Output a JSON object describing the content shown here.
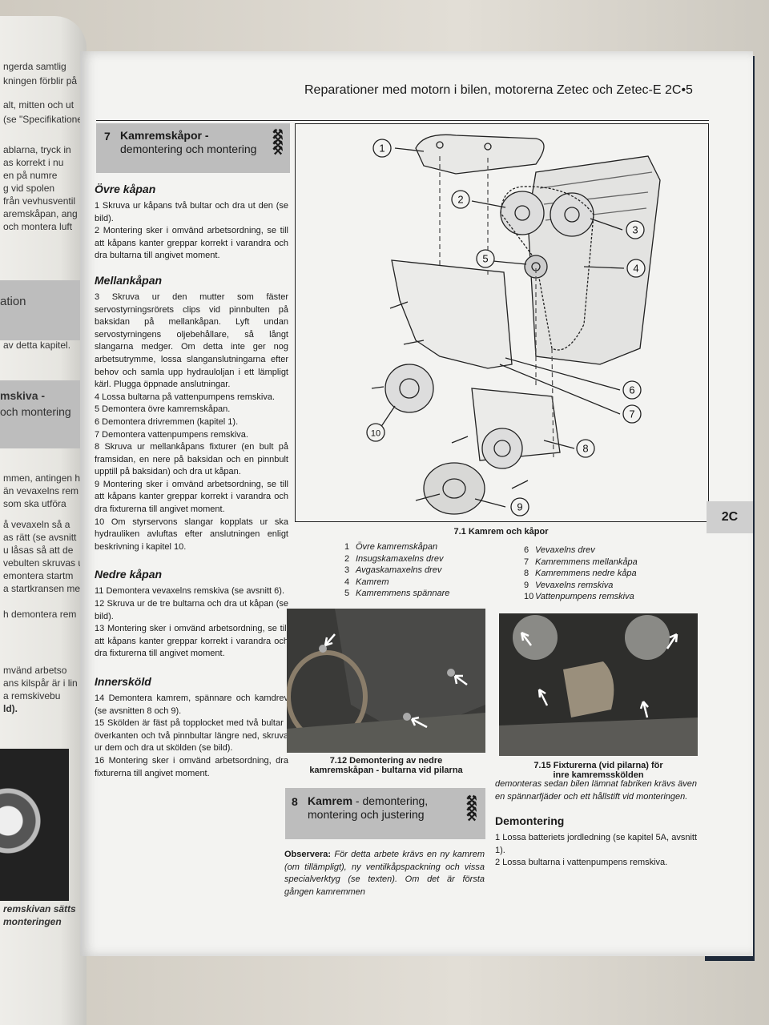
{
  "header": {
    "running_title": "Reparationer med motorn i bilen, motorerna Zetec och Zetec-E 2C•5"
  },
  "chapter_tab": "2C",
  "left_page_fragments": [
    "ngerda samtlig",
    "kningen förblir på",
    "alt, mitten och ut",
    "(se \"Specifikatione",
    "ablarna, tryck in",
    "as korrekt i nu",
    "en på numre",
    "g vid spolen",
    "från vevhusventil",
    "aremskåpan, ang",
    "och montera luft",
    "ation",
    "av detta kapitel.",
    "mskiva -",
    "och montering",
    "mmen, antingen hel",
    "än vevaxelns rem",
    "som ska utföra",
    "å vevaxeln så a",
    "as rätt (se avsnitt",
    "u låsas så att de",
    "vebulten skruvas u",
    "emontera startm",
    "a startkransen me",
    "h demontera rem",
    "mvänd arbetso",
    "ans kilspår är i lin",
    "a remskivebu",
    "ld).",
    "remskivan sätts",
    "monteringen"
  ],
  "section7": {
    "number": "7",
    "title_line1": "Kamremskåpor -",
    "title_line2": "demontering och montering",
    "tools_icon": "spanner-rating-icon",
    "sub_upper": "Övre kåpan",
    "p1": "1 Skruva ur kåpans två bultar och dra ut den (se bild).",
    "p2": "2 Montering sker i omvänd arbetsordning, se till att kåpans kanter greppar korrekt i varandra och dra bultarna till angivet moment.",
    "sub_middle": "Mellankåpan",
    "p3": "3 Skruva ur den mutter som fäster servostyrningsrörets clips vid pinnbulten på baksidan på mellankåpan. Lyft undan servostyrningens oljebehållare, så långt slangarna medger. Om detta inte ger nog arbetsutrymme, lossa slanganslutningarna efter behov och samla upp hydrauloljan i ett lämpligt kärl. Plugga öppnade anslutningar.",
    "p4": "4 Lossa bultarna på vattenpumpens remskiva.",
    "p5": "5 Demontera övre kamremskåpan.",
    "p6": "6 Demontera drivremmen (kapitel 1).",
    "p7": "7 Demontera vattenpumpens remskiva.",
    "p8": "8 Skruva ur mellankåpans fixturer (en bult på framsidan, en nere på baksidan och en pinnbult upptill på baksidan) och dra ut kåpan.",
    "p9": "9 Montering sker i omvänd arbetsordning, se till att kåpans kanter greppar korrekt i varandra och dra fixturerna till angivet moment.",
    "p10": "10 Om styrservons slangar kopplats ur ska hydrauliken avluftas efter anslutningen enligt beskrivning i kapitel 10.",
    "sub_lower": "Nedre kåpan",
    "p11": "11 Demontera vevaxelns remskiva (se avsnitt 6).",
    "p12": "12 Skruva ur de tre bultarna och dra ut kåpan (se bild).",
    "p13": "13 Montering sker i omvänd arbetsordning, se till att kåpans kanter greppar korrekt i varandra och dra fixturerna till angivet moment.",
    "sub_inner": "Innersköld",
    "p14": "14 Demontera kamrem, spännare och kamdrev (se avsnitten 8 och 9).",
    "p15": "15 Skölden är fäst på topplocket med två bultar i överkanten och två pinnbultar längre ned, skruva ur dem och dra ut skölden (se bild).",
    "p16": "16 Montering sker i omvänd arbetsordning, dra fixturerna till angivet moment."
  },
  "figure71": {
    "caption": "7.1 Kamrem och kåpor",
    "callouts": [
      "1",
      "2",
      "3",
      "4",
      "5",
      "6",
      "7",
      "8",
      "9",
      "10"
    ],
    "legend_left": [
      {
        "n": "1",
        "t": "Övre kamremskåpan"
      },
      {
        "n": "2",
        "t": "Insugskamaxelns drev"
      },
      {
        "n": "3",
        "t": "Avgaskamaxelns drev"
      },
      {
        "n": "4",
        "t": "Kamrem"
      },
      {
        "n": "5",
        "t": "Kamremmens spännare"
      }
    ],
    "legend_right": [
      {
        "n": "6",
        "t": "Vevaxelns drev"
      },
      {
        "n": "7",
        "t": "Kamremmens mellankåpa"
      },
      {
        "n": "8",
        "t": "Kamremmens nedre kåpa"
      },
      {
        "n": "9",
        "t": "Vevaxelns remskiva"
      },
      {
        "n": "10",
        "t": "Vattenpumpens remskiva"
      }
    ]
  },
  "photo712": {
    "caption_l1": "7.12 Demontering av nedre",
    "caption_l2": "kamremskåpan - bultarna vid pilarna"
  },
  "photo715": {
    "caption_l1": "7.15 Fixturerna (vid pilarna) för",
    "caption_l2": "inre kamremsskölden"
  },
  "section8": {
    "number": "8",
    "title_l1_bold": "Kamrem",
    "title_l1_rest": " - demontering,",
    "title_l2": "montering och justering",
    "note_label": "Observera:",
    "note_text": " För detta arbete krävs en ny kamrem (om tillämpligt), ny ventilkåpspackning och vissa specialverktyg (se texten). Om det är första gången kamremmen",
    "cont_text": "demonteras sedan bilen lämnat fabriken krävs även en spännarfjäder och ett hållstift vid monteringen.",
    "sub_dem": "Demontering",
    "p1": "1 Lossa batteriets jordledning (se kapitel 5A, avsnitt 1).",
    "p2": "2 Lossa bultarna i vattenpumpens remskiva."
  }
}
